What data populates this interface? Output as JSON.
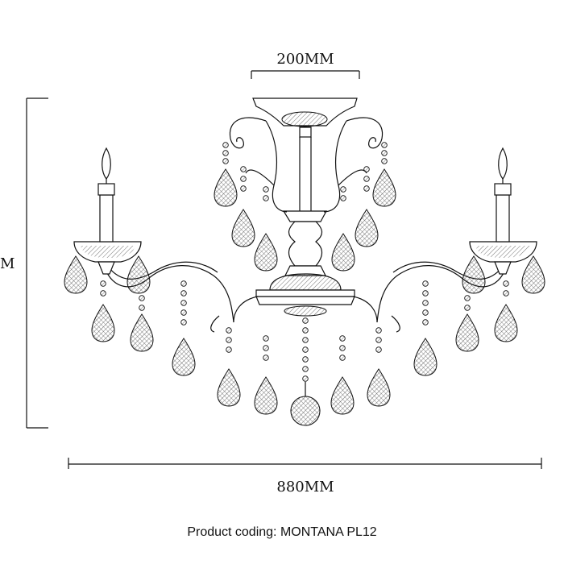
{
  "dimensions": {
    "top_width": "200MM",
    "height": "M",
    "overall_width": "880MM"
  },
  "caption": "Product coding: MONTANA PL12"
}
